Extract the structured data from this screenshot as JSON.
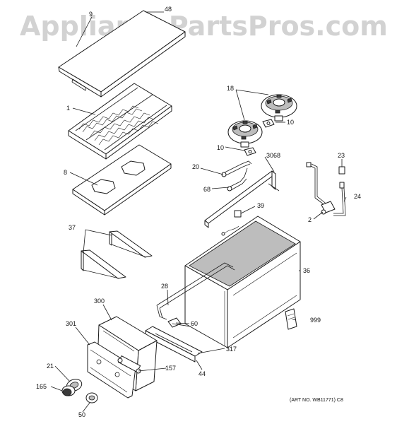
{
  "watermark": "AppliancePartsPros.com",
  "art_number": "(ART NO. WB11771) C8",
  "callouts": [
    {
      "id": "c9",
      "text": "9"
    },
    {
      "id": "c48",
      "text": "48"
    },
    {
      "id": "c1",
      "text": "1"
    },
    {
      "id": "c8",
      "text": "8"
    },
    {
      "id": "c18",
      "text": "18"
    },
    {
      "id": "c10a",
      "text": "10"
    },
    {
      "id": "c10b",
      "text": "10"
    },
    {
      "id": "c3068",
      "text": "3068"
    },
    {
      "id": "c23",
      "text": "23"
    },
    {
      "id": "c20",
      "text": "20"
    },
    {
      "id": "c68",
      "text": "68"
    },
    {
      "id": "c24",
      "text": "24"
    },
    {
      "id": "c39",
      "text": "39"
    },
    {
      "id": "c2",
      "text": "2"
    },
    {
      "id": "c37",
      "text": "37"
    },
    {
      "id": "c36",
      "text": "36"
    },
    {
      "id": "c28",
      "text": "28"
    },
    {
      "id": "c300",
      "text": "300"
    },
    {
      "id": "c60",
      "text": "60"
    },
    {
      "id": "c999",
      "text": "999"
    },
    {
      "id": "c301",
      "text": "301"
    },
    {
      "id": "c317",
      "text": "317"
    },
    {
      "id": "c157",
      "text": "157"
    },
    {
      "id": "c44",
      "text": "44"
    },
    {
      "id": "c21",
      "text": "21"
    },
    {
      "id": "c165",
      "text": "165"
    },
    {
      "id": "c50",
      "text": "50"
    }
  ]
}
